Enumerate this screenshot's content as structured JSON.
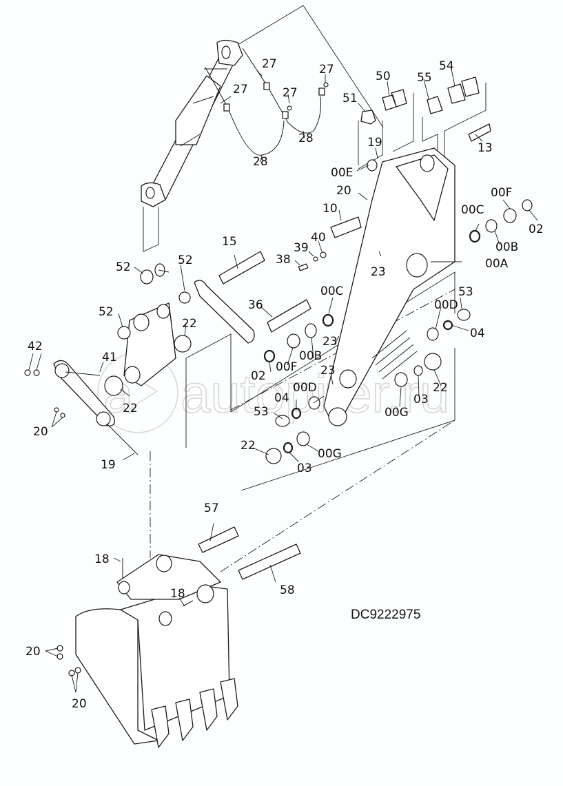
{
  "diagram": {
    "type": "exploded parts diagram",
    "subject": "excavator arm, bucket link and bucket assembly",
    "drawing_number": "DC9222975",
    "watermark": "autopiter.ru",
    "colors": {
      "line": "#1a1a1a",
      "background": "#fdfefe",
      "watermark": "#d6d6d6"
    },
    "callouts": [
      {
        "id": "c27a",
        "text": "27"
      },
      {
        "id": "c27b",
        "text": "27"
      },
      {
        "id": "c27c",
        "text": "27"
      },
      {
        "id": "c27d",
        "text": "27"
      },
      {
        "id": "c28a",
        "text": "28"
      },
      {
        "id": "c28b",
        "text": "28"
      },
      {
        "id": "c51",
        "text": "51"
      },
      {
        "id": "c50",
        "text": "50"
      },
      {
        "id": "c55",
        "text": "55"
      },
      {
        "id": "c54",
        "text": "54"
      },
      {
        "id": "c13",
        "text": "13"
      },
      {
        "id": "c19a",
        "text": "19"
      },
      {
        "id": "c00E",
        "text": "00E"
      },
      {
        "id": "c20a",
        "text": "20"
      },
      {
        "id": "c10",
        "text": "10"
      },
      {
        "id": "c00F_r",
        "text": "00F"
      },
      {
        "id": "c00C_r",
        "text": "00C"
      },
      {
        "id": "c02_r",
        "text": "02"
      },
      {
        "id": "c00B_r",
        "text": "00B"
      },
      {
        "id": "c00A",
        "text": "00A"
      },
      {
        "id": "c40",
        "text": "40"
      },
      {
        "id": "c39",
        "text": "39"
      },
      {
        "id": "c38",
        "text": "38"
      },
      {
        "id": "c23a",
        "text": "23"
      },
      {
        "id": "c15",
        "text": "15"
      },
      {
        "id": "c52a",
        "text": "52"
      },
      {
        "id": "c52b",
        "text": "52"
      },
      {
        "id": "c52c",
        "text": "52"
      },
      {
        "id": "c36",
        "text": "36"
      },
      {
        "id": "c00C_l",
        "text": "00C"
      },
      {
        "id": "c00D_r",
        "text": "00D"
      },
      {
        "id": "c53_r",
        "text": "53"
      },
      {
        "id": "c04_r",
        "text": "04"
      },
      {
        "id": "c22a",
        "text": "22"
      },
      {
        "id": "c23b",
        "text": "23"
      },
      {
        "id": "c00B_l",
        "text": "00B"
      },
      {
        "id": "c00F_l",
        "text": "00F"
      },
      {
        "id": "c02_l",
        "text": "02"
      },
      {
        "id": "c42",
        "text": "42"
      },
      {
        "id": "c41",
        "text": "41"
      },
      {
        "id": "c22b",
        "text": "22"
      },
      {
        "id": "c23c",
        "text": "23"
      },
      {
        "id": "c00D_l",
        "text": "00D"
      },
      {
        "id": "c04_l",
        "text": "04"
      },
      {
        "id": "c53_l",
        "text": "53"
      },
      {
        "id": "c00G_r",
        "text": "00G"
      },
      {
        "id": "c03_r",
        "text": "03"
      },
      {
        "id": "c22c",
        "text": "22"
      },
      {
        "id": "c20b",
        "text": "20"
      },
      {
        "id": "c19b",
        "text": "19"
      },
      {
        "id": "c22d",
        "text": "22"
      },
      {
        "id": "c03_l",
        "text": "03"
      },
      {
        "id": "c00G_l",
        "text": "00G"
      },
      {
        "id": "c57",
        "text": "57"
      },
      {
        "id": "c18a",
        "text": "18"
      },
      {
        "id": "c18b",
        "text": "18"
      },
      {
        "id": "c58",
        "text": "58"
      },
      {
        "id": "c20c",
        "text": "20"
      },
      {
        "id": "c20d",
        "text": "20"
      }
    ]
  }
}
